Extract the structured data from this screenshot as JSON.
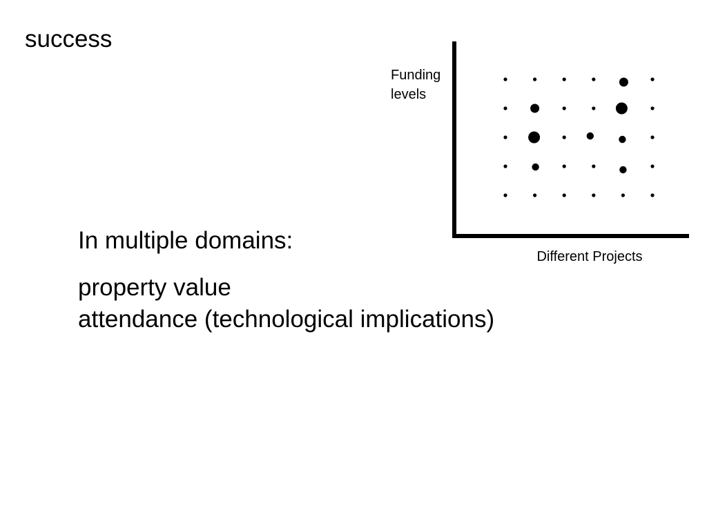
{
  "slide": {
    "title": "success",
    "body": {
      "intro": "In multiple domains:",
      "items": [
        "property value",
        "attendance (technological implications)"
      ]
    }
  },
  "chart_data": {
    "type": "scatter",
    "title": "",
    "xlabel": "Different Projects",
    "ylabel_lines": [
      "Funding",
      "levels"
    ],
    "grid": false,
    "tick_labels": false,
    "marker_color": "#000000",
    "columns": 6,
    "rows": 5,
    "points": [
      {
        "x": 1,
        "y": 5,
        "size": "small"
      },
      {
        "x": 2,
        "y": 5,
        "size": "small"
      },
      {
        "x": 3,
        "y": 5,
        "size": "small"
      },
      {
        "x": 4,
        "y": 5,
        "size": "small"
      },
      {
        "x": 5,
        "y": 5,
        "size": "medium"
      },
      {
        "x": 6,
        "y": 5,
        "size": "small"
      },
      {
        "x": 1,
        "y": 4,
        "size": "small"
      },
      {
        "x": 2,
        "y": 4,
        "size": "medium"
      },
      {
        "x": 3,
        "y": 4,
        "size": "small"
      },
      {
        "x": 4,
        "y": 4,
        "size": "small"
      },
      {
        "x": 5,
        "y": 4,
        "size": "large"
      },
      {
        "x": 6,
        "y": 4,
        "size": "small"
      },
      {
        "x": 1,
        "y": 3,
        "size": "small"
      },
      {
        "x": 2,
        "y": 3,
        "size": "large"
      },
      {
        "x": 3,
        "y": 3,
        "size": "small"
      },
      {
        "x": 4,
        "y": 3,
        "size": "medium-small"
      },
      {
        "x": 5,
        "y": 3,
        "size": "medium-small"
      },
      {
        "x": 6,
        "y": 3,
        "size": "small"
      },
      {
        "x": 1,
        "y": 2,
        "size": "small"
      },
      {
        "x": 2,
        "y": 2,
        "size": "medium-small"
      },
      {
        "x": 3,
        "y": 2,
        "size": "small"
      },
      {
        "x": 4,
        "y": 2,
        "size": "small"
      },
      {
        "x": 5,
        "y": 2,
        "size": "medium-small"
      },
      {
        "x": 6,
        "y": 2,
        "size": "small"
      },
      {
        "x": 1,
        "y": 1,
        "size": "small"
      },
      {
        "x": 2,
        "y": 1,
        "size": "small"
      },
      {
        "x": 3,
        "y": 1,
        "size": "small"
      },
      {
        "x": 4,
        "y": 1,
        "size": "small"
      },
      {
        "x": 5,
        "y": 1,
        "size": "small"
      },
      {
        "x": 6,
        "y": 1,
        "size": "small"
      }
    ]
  }
}
